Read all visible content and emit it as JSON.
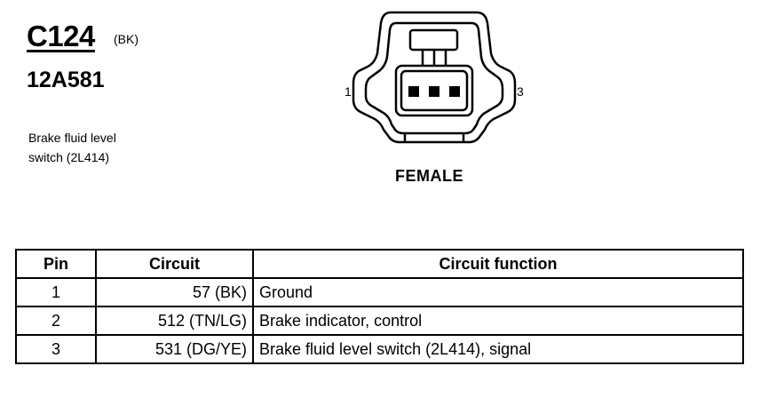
{
  "connector": {
    "id": "C124",
    "color_code": "(BK)",
    "part_number": "12A581",
    "description_lines": [
      "Brake fluid level",
      "switch (2L414)"
    ],
    "pin_left_label": "1",
    "pin_right_label": "3",
    "gender": "FEMALE"
  },
  "table": {
    "headers": {
      "pin": "Pin",
      "circuit": "Circuit",
      "function": "Circuit function"
    },
    "rows": [
      {
        "pin": "1",
        "circuit": "57 (BK)",
        "function": "Ground"
      },
      {
        "pin": "2",
        "circuit": "512 (TN/LG)",
        "function": "Brake indicator, control"
      },
      {
        "pin": "3",
        "circuit": "531 (DG/YE)",
        "function": "Brake fluid level switch (2L414), signal"
      }
    ]
  }
}
